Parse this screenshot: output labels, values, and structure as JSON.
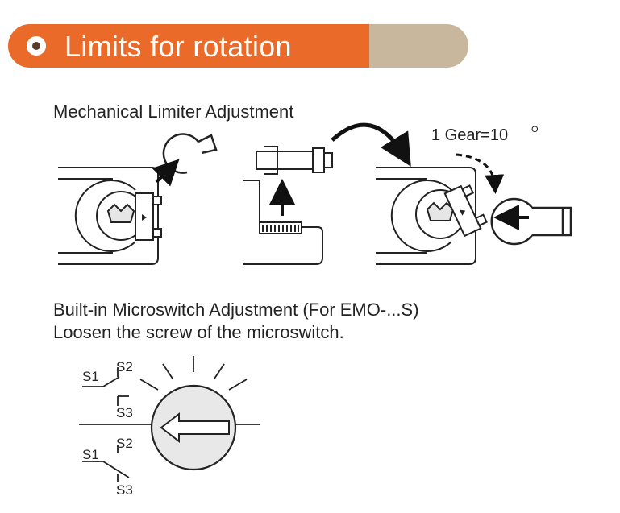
{
  "header": {
    "title": "Limits for rotation"
  },
  "mechanical": {
    "label": "Mechanical Limiter Adjustment",
    "gear_note_prefix": "1 Gear=10",
    "gear_note_degree": "O"
  },
  "microswitch": {
    "label_line1": "Built-in Microswitch Adjustment (For EMO-...S)",
    "label_line2": "Loosen the screw of the microswitch.",
    "switch_upper": {
      "s1": "S1",
      "s2": "S2",
      "s3": "S3"
    },
    "switch_lower": {
      "s1": "S1",
      "s2": "S2",
      "s3": "S3"
    }
  },
  "colors": {
    "header_orange": "#ea6a2a",
    "header_tan": "#c9b79d"
  }
}
